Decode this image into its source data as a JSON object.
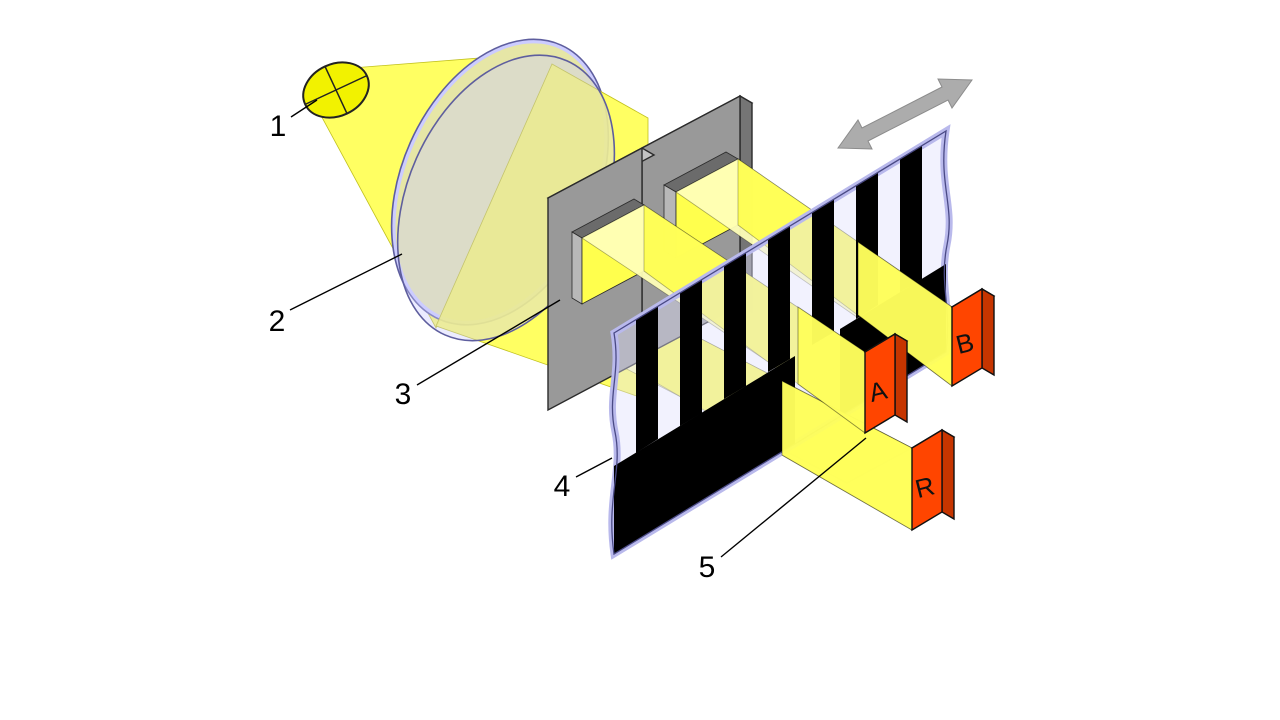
{
  "diagram": {
    "kind": "optical-encoder-principle",
    "callouts": [
      {
        "number": "1",
        "points_to": "lamp-light-source"
      },
      {
        "number": "2",
        "points_to": "condenser-lens"
      },
      {
        "number": "3",
        "points_to": "aperture-mask"
      },
      {
        "number": "4",
        "points_to": "code-scale-strip"
      },
      {
        "number": "5",
        "points_to": "photodetector"
      }
    ],
    "detector_labels": {
      "a": "A",
      "b": "B",
      "r": "R"
    },
    "colors": {
      "beam": "#FFFF4D",
      "beam_top": "#FFFFB8",
      "beam_bright": "#FFFF5C",
      "lamp": "#F2F200",
      "lens": "#CCCCFF",
      "lens_front": "#CCCCFF",
      "mask": "#999999",
      "mask_bevel": "#C4C4C4",
      "mask_side": "#757575",
      "film_tint": "#E1E1FC",
      "stripe": "#000000",
      "detector_front": "#FF4500",
      "detector_top": "#FF8A50",
      "detector_side": "#C63500",
      "arrow": "#ACACAC"
    }
  }
}
